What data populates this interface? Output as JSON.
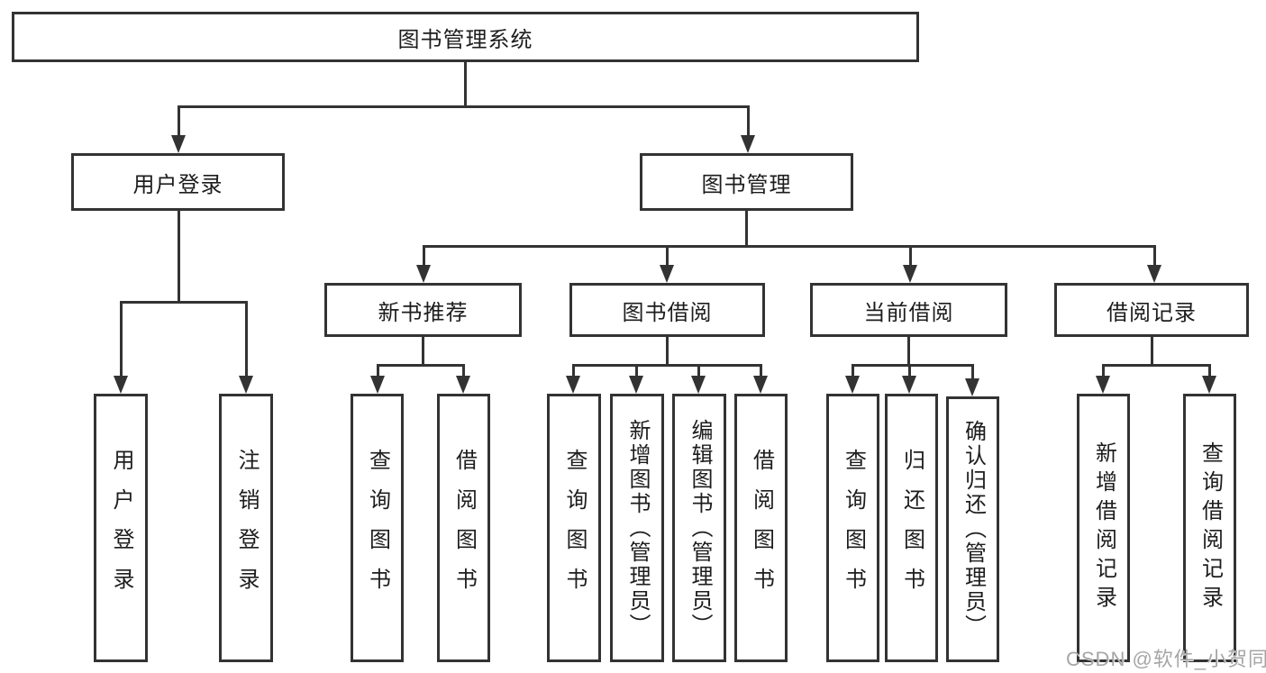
{
  "diagram_title": "图书管理系统",
  "nodes": {
    "root": {
      "label": "图书管理系统"
    },
    "level2": [
      {
        "id": "user-login",
        "label": "用户登录"
      },
      {
        "id": "book-management",
        "label": "图书管理"
      }
    ],
    "level3": [
      {
        "id": "new-book-recommend",
        "label": "新书推荐"
      },
      {
        "id": "book-borrowing",
        "label": "图书借阅"
      },
      {
        "id": "current-borrowing",
        "label": "当前借阅"
      },
      {
        "id": "borrowing-records",
        "label": "借阅记录"
      }
    ],
    "leaves": {
      "user_login_group": [
        "用户登录",
        "注销登录"
      ],
      "new_book_group": [
        "查询图书",
        "借阅图书"
      ],
      "book_borrow_group": [
        "查询图书",
        "新增图书（管理员）",
        "编辑图书（管理员）",
        "借阅图书"
      ],
      "current_borrow_group": [
        "查询图书",
        "归还图书",
        "确认归还（管理员）"
      ],
      "record_group": [
        "新增借阅记录",
        "查询借阅记录"
      ]
    }
  },
  "watermark": "CSDN @软件_小贺同学",
  "colors": {
    "line": "#333333",
    "text": "#1d1d1f",
    "watermark": "#a6a6a6",
    "background": "#ffffff"
  }
}
